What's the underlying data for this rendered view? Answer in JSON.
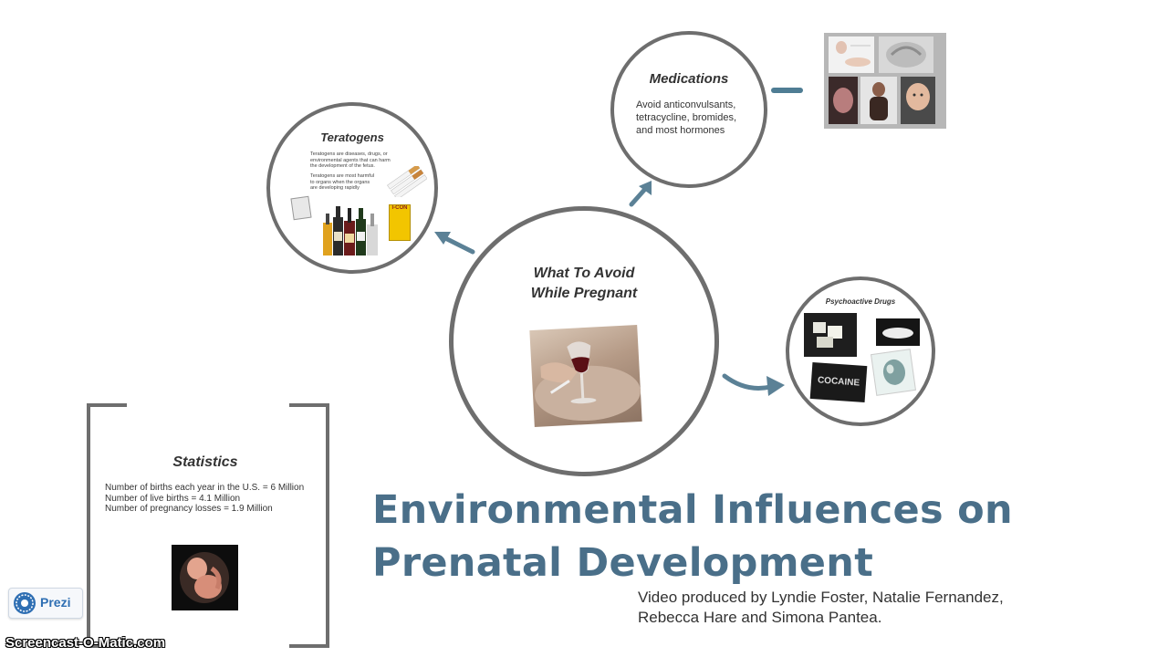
{
  "center": {
    "title_line1": "What To Avoid",
    "title_line2": "While Pregnant"
  },
  "teratogens": {
    "title": "Teratogens",
    "desc1": "Teratogens are diseases, drugs, or environmental agents that can harm the development of the fetus.",
    "desc2": "Teratogens are most harmful to organs when the organs are developing rapidly",
    "product_label": "l-CON"
  },
  "medications": {
    "title": "Medications",
    "text_line1": "Avoid anticonvulsants,",
    "text_line2": "tetracycline, bromides,",
    "text_line3": "and most hormones"
  },
  "psychoactive": {
    "title": "Psychoactive Drugs",
    "cocaine_label": "COCAINE"
  },
  "statistics": {
    "title": "Statistics",
    "lines": [
      "Number of births each year in the U.S. = 6 Million",
      "Number of live births = 4.1 Million",
      "Number of pregnancy losses = 1.9 Million"
    ]
  },
  "main_title": {
    "line1": "Environmental Influences on",
    "line2": "Prenatal Development"
  },
  "credits": {
    "line1": "Video produced by Lyndie Foster, Natalie Fernandez,",
    "line2": "Rebecca Hare and Simona Pantea."
  },
  "prezi_logo": "Prezi",
  "watermark": "Screencast-O-Matic.com",
  "colors": {
    "title_blue": "#4a6f89",
    "arrow_blue": "#5b8196",
    "circle_border": "#6e6e6e"
  }
}
